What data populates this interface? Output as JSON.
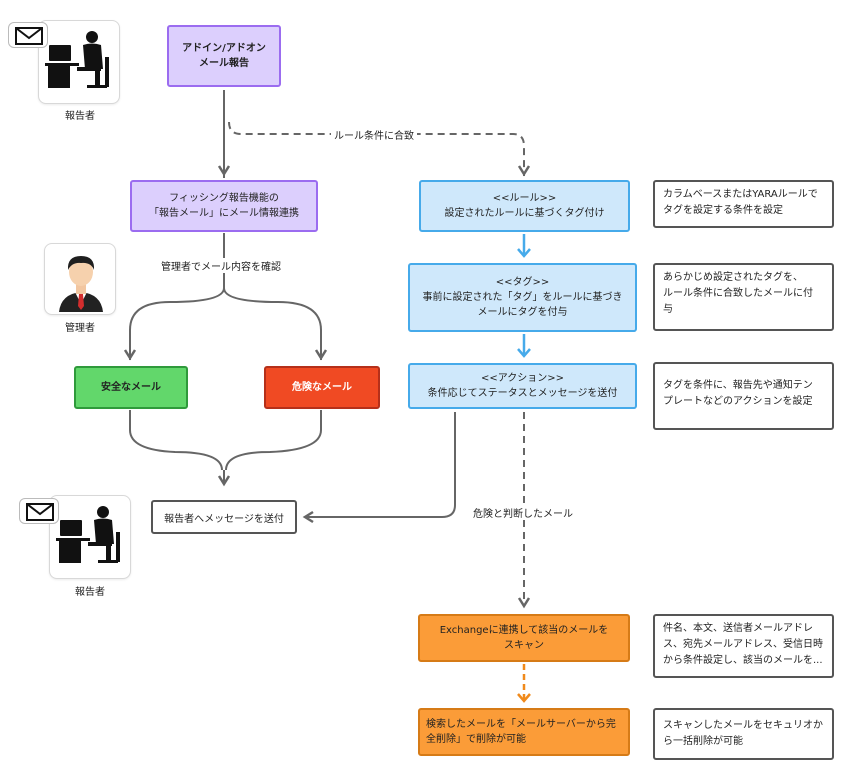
{
  "nodes": {
    "addin": [
      "アドイン/アドオン",
      "メール報告"
    ],
    "phish": [
      "フィッシング報告機能の",
      "「報告メール」にメール情報連携"
    ],
    "safe": "安全なメール",
    "danger": "危険なメール",
    "send": "報告者へメッセージを送付",
    "rule": [
      "<<ルール>>",
      "設定されたルールに基づくタグ付け"
    ],
    "tag": [
      "<<タグ>>",
      "事前に設定された「タグ」をルールに基づき",
      "メールにタグを付与"
    ],
    "action": [
      "<<アクション>>",
      "条件応じてステータスとメッセージを送付"
    ],
    "exchange": [
      "Exchangeに連携して該当のメールを",
      "スキャン"
    ],
    "search": [
      "検索したメールを「メールサーバーから完",
      "全削除」で削除が可能"
    ]
  },
  "notes": {
    "rule": [
      "カラムベースまたはYARAルールで",
      "タグを設定する条件を設定"
    ],
    "tag": [
      "あらかじめ設定されたタグを、",
      "ルール条件に合致したメールに付",
      "与"
    ],
    "action": [
      "タグを条件に、報告先や通知テン",
      "プレートなどのアクションを設定"
    ],
    "exchange": [
      "件名、本文、送信者メールアドレ",
      "ス、宛先メールアドレス、受信日時",
      "から条件設定し、該当のメールを..."
    ],
    "search": [
      "スキャンしたメールをセキュリオか",
      "ら一括削除が可能"
    ]
  },
  "labels": {
    "rule_match": "ルール条件に合致",
    "admin_check": "管理者でメール内容を確認",
    "danger_judged": "危険と判断したメール"
  },
  "people": {
    "reporter_top": "報告者",
    "admin": "管理者",
    "reporter_bottom": "報告者"
  },
  "icons": {
    "reporter": "mail-desk-worker-icon",
    "admin": "man-in-suit-avatar-icon"
  },
  "colors": {
    "purple": "#9b6cf0",
    "blue": "#46aaea",
    "green": "#62d76b",
    "red": "#f04a23",
    "orange": "#fb9c38",
    "connector": "#666666"
  }
}
